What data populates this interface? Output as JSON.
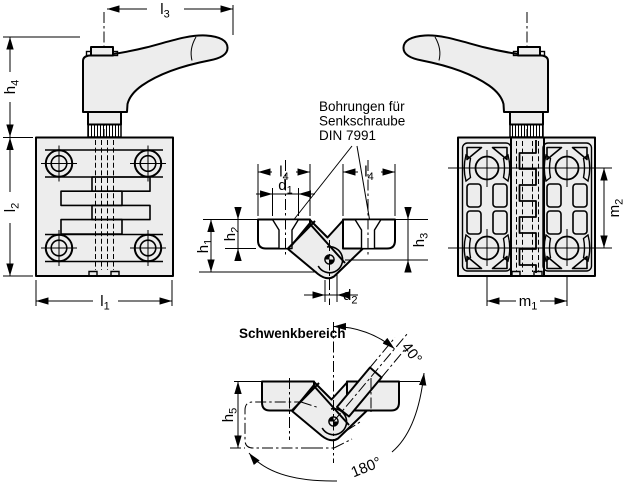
{
  "drawing_title": "Schwenkbereich",
  "annotation": {
    "line1": "Bohrungen für",
    "line2": "Senkschraube",
    "line3": "DIN 7991"
  },
  "dimensions": {
    "l3": {
      "base": "l",
      "sub": "3"
    },
    "h4": {
      "base": "h",
      "sub": "4"
    },
    "l2": {
      "base": "l",
      "sub": "2"
    },
    "l1": {
      "base": "l",
      "sub": "1"
    },
    "l4_left": {
      "base": "l",
      "sub": "4"
    },
    "l4_right": {
      "base": "l",
      "sub": "4"
    },
    "d1": {
      "base": "d",
      "sub": "1"
    },
    "h1": {
      "base": "h",
      "sub": "1"
    },
    "h2": {
      "base": "h",
      "sub": "2"
    },
    "h3": {
      "base": "h",
      "sub": "3"
    },
    "d2": {
      "base": "d",
      "sub": "2"
    },
    "m2": {
      "base": "m",
      "sub": "2"
    },
    "m1": {
      "base": "m",
      "sub": "1"
    },
    "h5": {
      "base": "h",
      "sub": "5"
    }
  },
  "angles": {
    "open": "40°",
    "swivel": "180°"
  },
  "colors": {
    "line": "#000000",
    "body_fill": "#ededed",
    "background": "#ffffff"
  }
}
